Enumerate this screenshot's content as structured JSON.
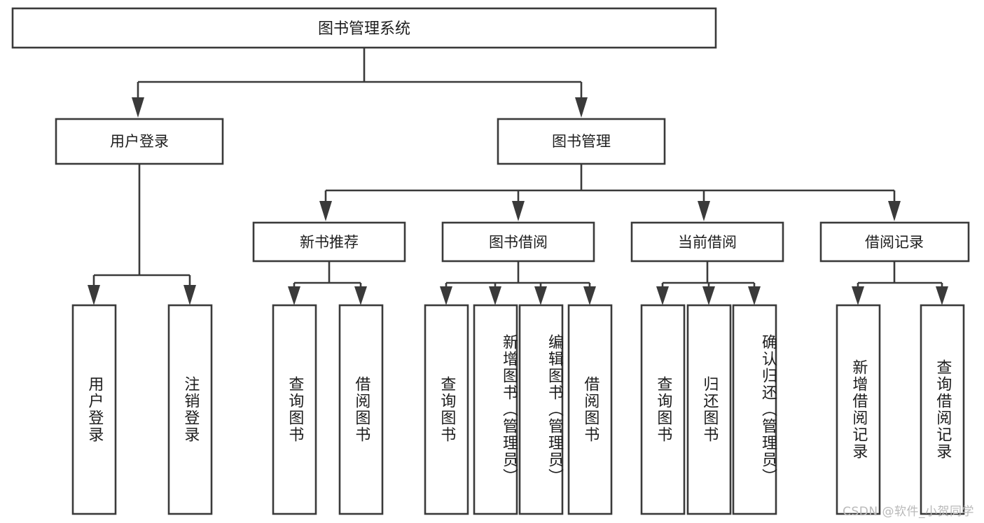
{
  "diagram": {
    "type": "tree",
    "title": "图书管理系统",
    "watermark": "CSDN @软件_小贺同学",
    "colors": {
      "stroke": "#3a3a3a",
      "fill": "#ffffff",
      "text": "#1d1d1d",
      "watermark": "#b9b9b9",
      "background": "#ffffff"
    },
    "root": {
      "label": "图书管理系统"
    },
    "level2": [
      {
        "label": "用户登录"
      },
      {
        "label": "图书管理"
      }
    ],
    "level3": [
      {
        "label": "新书推荐"
      },
      {
        "label": "图书借阅"
      },
      {
        "label": "当前借阅"
      },
      {
        "label": "借阅记录"
      }
    ],
    "leaves": {
      "user_login": [
        {
          "label": "用户登录"
        },
        {
          "label": "注销登录"
        }
      ],
      "new_book_recommend": [
        {
          "label": "查询图书"
        },
        {
          "label": "借阅图书"
        }
      ],
      "book_borrow": [
        {
          "label": "查询图书"
        },
        {
          "label": "新增图书（管理员）"
        },
        {
          "label": "编辑图书（管理员）"
        },
        {
          "label": "借阅图书"
        }
      ],
      "current_borrow": [
        {
          "label": "查询图书"
        },
        {
          "label": "归还图书"
        },
        {
          "label": "确认归还（管理员）"
        }
      ],
      "borrow_record": [
        {
          "label": "新增借阅记录"
        },
        {
          "label": "查询借阅记录"
        }
      ]
    }
  }
}
